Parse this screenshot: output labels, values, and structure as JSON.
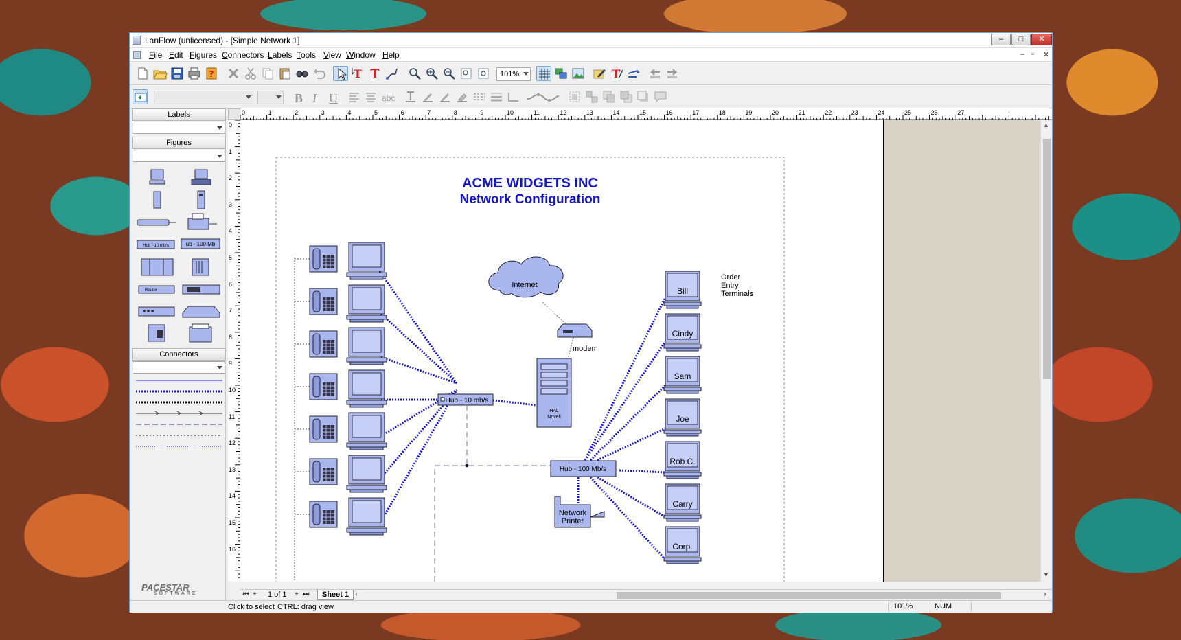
{
  "window": {
    "title": "LanFlow (unlicensed) - [Simple Network 1]",
    "controls": {
      "minimize": "–",
      "maximize": "□",
      "close": "✕"
    },
    "mdi_controls": {
      "minimize": "–",
      "restore": "▫",
      "close": "✕"
    }
  },
  "menu": [
    "File",
    "Edit",
    "Figures",
    "Connectors",
    "Labels",
    "Tools",
    "View",
    "Window",
    "Help"
  ],
  "toolbar": {
    "zoom_value": "101%",
    "font_combo": "",
    "size_combo": "",
    "abc_label": "abc"
  },
  "panel": {
    "labels_header": "Labels",
    "figures_header": "Figures",
    "connectors_header": "Connectors",
    "hub10_label": "Hub - 10 mb/s",
    "hub100_label": "ub - 100 Mb",
    "router_label": "Router",
    "brand_name": "PACESTAR",
    "brand_sub": "SOFTWARE"
  },
  "ruler": {
    "h": [
      "0",
      "1",
      "2",
      "3",
      "4",
      "5",
      "6",
      "7",
      "8",
      "9",
      "10",
      "11",
      "12",
      "13",
      "14",
      "15",
      "16",
      "17",
      "18",
      "19",
      "20",
      "21",
      "22",
      "23",
      "24",
      "25",
      "26",
      "27"
    ],
    "v": [
      "0",
      "1",
      "2",
      "3",
      "4",
      "5",
      "6",
      "7",
      "8",
      "9",
      "10",
      "11",
      "12",
      "13",
      "14",
      "15",
      "16"
    ]
  },
  "diagram": {
    "title_line1": "ACME WIDGETS INC",
    "title_line2": "Network Configuration",
    "cloud_label": "Internet",
    "modem_label": "modem",
    "server_label_line1": "HAL",
    "server_label_line2": "Novell",
    "hub10_label": "Hub - 10 mb/s",
    "hub100_label": "Hub - 100 Mb/s",
    "printer_label_line1": "Network",
    "printer_label_line2": "Printer",
    "terminals_note": [
      "Order",
      "Entry",
      "Terminals"
    ],
    "terminals": [
      "Bill",
      "Cindy",
      "Sam",
      "Joe",
      "Rob C.",
      "Carry",
      "Corp."
    ],
    "colors": {
      "title": "#1515c8",
      "link": "#1a1ad6",
      "figure_fill": "#aab6ee",
      "figure_stroke": "#5060b0"
    }
  },
  "tabs": {
    "page_indicator": "1 of 1",
    "sheet_name": "Sheet 1"
  },
  "status": {
    "hint_left": "Click to select",
    "hint_right": "CTRL: drag view",
    "zoom": "101%",
    "num": "NUM"
  }
}
